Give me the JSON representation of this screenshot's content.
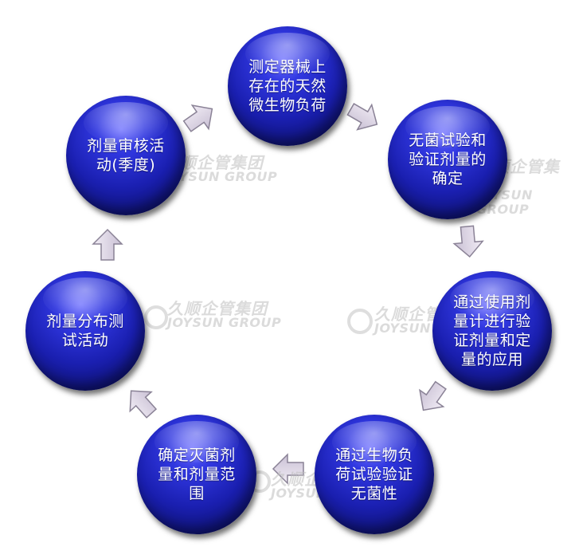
{
  "diagram": {
    "nodes": [
      {
        "id": "n1",
        "label": "测定器械上存在的天然微生物负荷"
      },
      {
        "id": "n2",
        "label": "无菌试验和验证剂量的确定"
      },
      {
        "id": "n3",
        "label": "通过使用剂量计进行验证剂量和定量的应用"
      },
      {
        "id": "n4",
        "label": "通过生物负荷试验验证无菌性"
      },
      {
        "id": "n5",
        "label": "确定灭菌剂量和剂量范围"
      },
      {
        "id": "n6",
        "label": "剂量分布测试活动"
      },
      {
        "id": "n7",
        "label": "剂量审核活动(季度)"
      }
    ],
    "flow": "clockwise",
    "colors": {
      "node_fill": "#1a1fb0",
      "node_text": "#ffffff",
      "arrow_fill": "#ddd5e6",
      "arrow_stroke": "#8a8296"
    }
  },
  "watermarks": [
    {
      "cn": "久顺企管集团",
      "en": "JOYSUN GROUP"
    },
    {
      "cn": "久顺企管集团",
      "en": "JOYSUN GROUP"
    },
    {
      "cn": "久顺企管集团",
      "en": "JOYSUN GROUP"
    },
    {
      "cn": "久顺企管集团",
      "en": "JOYSUN GROUP"
    },
    {
      "cn": "久顺企管集团",
      "en": "JOYSUN GROUP"
    }
  ]
}
